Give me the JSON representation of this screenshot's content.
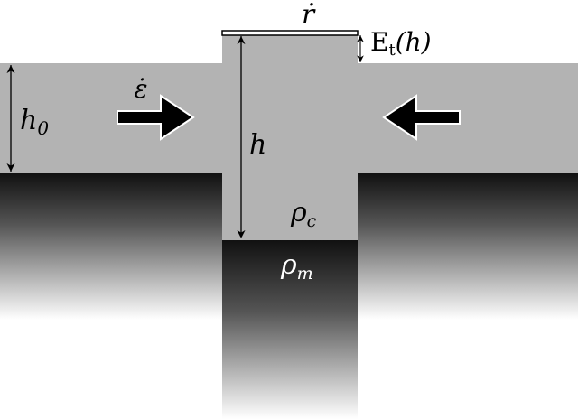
{
  "labels": {
    "rdot": "ṙ",
    "e_t": "E",
    "e_t_sub": "t",
    "e_t_arg": "(h)",
    "epsdot": "ε̇",
    "h0": "h",
    "h0_sub": "0",
    "h": "h",
    "rho_c": "ρ",
    "rho_c_sub": "c",
    "rho_m": "ρ",
    "rho_m_sub": "m"
  },
  "colors": {
    "crust": "#b3b3b3",
    "mantle_dark": "#1a1a1a",
    "background": "#ffffff",
    "arrow": "#000000",
    "line": "#000000"
  }
}
